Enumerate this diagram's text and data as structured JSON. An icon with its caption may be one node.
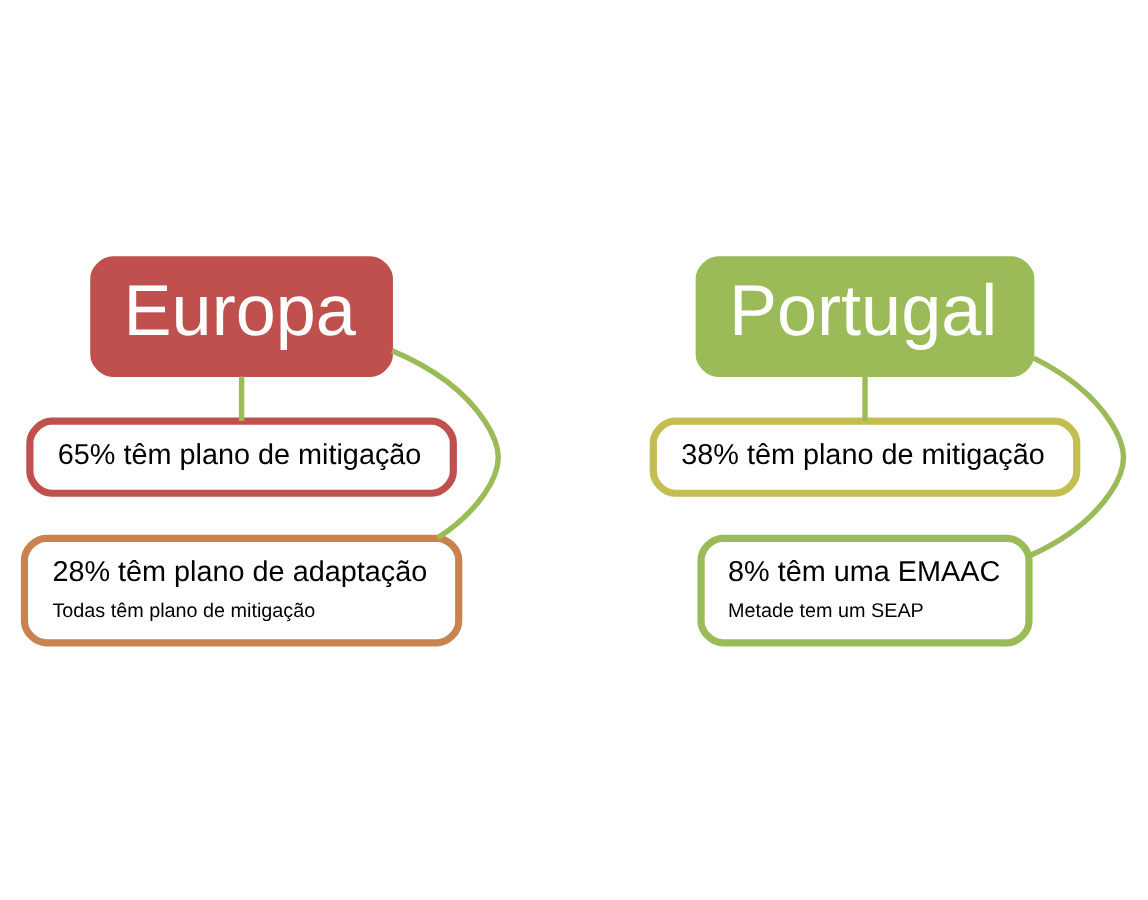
{
  "diagram": {
    "nodes": [
      {
        "text": [
          "Europa"
        ]
      },
      {
        "text": [
          "65% têm plano de mitigação"
        ]
      },
      {
        "text": [
          "28% têm plano de adaptação",
          "Todas têm plano de mitigação"
        ]
      },
      {
        "text": [
          "Portugal"
        ]
      },
      {
        "text": [
          "38% têm plano de mitigação"
        ]
      },
      {
        "text": [
          "8% têm uma EMAAC",
          "Metade tem um SEAP"
        ]
      }
    ],
    "edges": [
      {
        "from": 0,
        "to": 1,
        "arrow": "none"
      },
      {
        "from": 0,
        "to": 2,
        "arrow": "none"
      },
      {
        "from": 3,
        "to": 4,
        "arrow": "none"
      },
      {
        "from": 3,
        "to": 5,
        "arrow": "none"
      }
    ]
  }
}
